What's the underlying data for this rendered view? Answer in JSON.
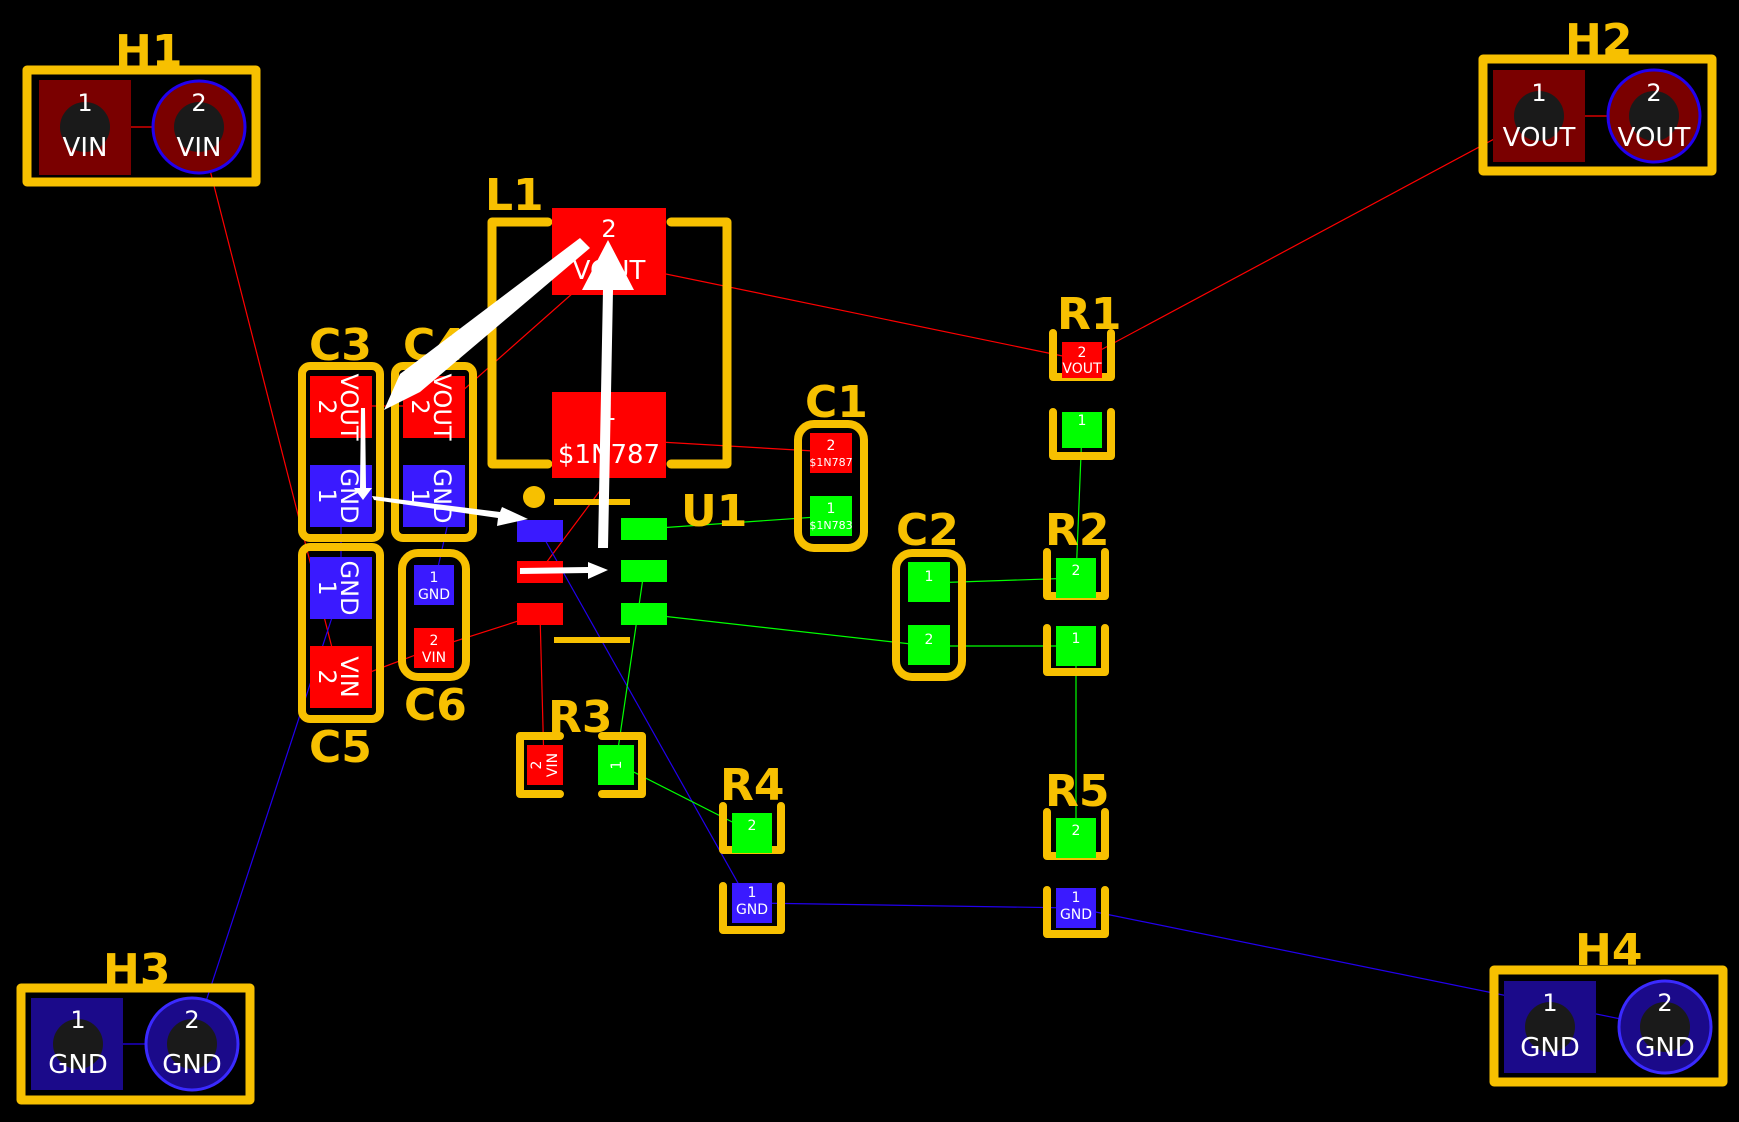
{
  "colors": {
    "background": "#000000",
    "silkscreen": "#f7c000",
    "net_vin": "#ff0000",
    "net_gnd": "#2200ee",
    "net_other": "#00ff00",
    "hole_pad": "#7a0000",
    "hole_pad_gnd": "#1b0a8a",
    "arrow": "#ffffff"
  },
  "components": {
    "H1": {
      "ref": "H1",
      "pin1": "1",
      "pin2": "2",
      "net1": "VIN",
      "net2": "VIN"
    },
    "H2": {
      "ref": "H2",
      "pin1": "1",
      "pin2": "2",
      "net1": "VOUT",
      "net2": "VOUT"
    },
    "H3": {
      "ref": "H3",
      "pin1": "1",
      "pin2": "2",
      "net1": "GND",
      "net2": "GND"
    },
    "H4": {
      "ref": "H4",
      "pin1": "1",
      "pin2": "2",
      "net1": "GND",
      "net2": "GND"
    },
    "L1": {
      "ref": "L1",
      "pin2": "2",
      "net2": "VOUT",
      "pin1": "1",
      "net1": "$1N787"
    },
    "C1": {
      "ref": "C1",
      "pin2": "2",
      "net2": "$1N787",
      "pin1": "1",
      "net1": "$1N783"
    },
    "C2": {
      "ref": "C2",
      "pin1": "1",
      "pin2": "2"
    },
    "C3": {
      "ref": "C3",
      "pin2": "2",
      "net2": "VOUT",
      "pin1": "1",
      "net1": "GND"
    },
    "C4": {
      "ref": "C4",
      "pin2": "2",
      "net2": "VOUT",
      "pin1": "1",
      "net1": "GND"
    },
    "C5": {
      "ref": "C5",
      "pin1": "1",
      "net1": "GND",
      "pin2": "2",
      "net2": "VIN"
    },
    "C6": {
      "ref": "C6",
      "pin1": "1",
      "net1": "GND",
      "pin2": "2",
      "net2": "VIN"
    },
    "R1": {
      "ref": "R1",
      "pin2": "2",
      "net2": "VOUT",
      "pin1": "1"
    },
    "R2": {
      "ref": "R2",
      "pin2": "2",
      "pin1": "1"
    },
    "R3": {
      "ref": "R3",
      "pin2": "2",
      "net2": "VIN",
      "pin1": "1"
    },
    "R4": {
      "ref": "R4",
      "pin2": "2",
      "pin1": "1",
      "net1": "GND"
    },
    "R5": {
      "ref": "R5",
      "pin2": "2",
      "pin1": "1",
      "net1": "GND"
    },
    "U1": {
      "ref": "U1"
    }
  }
}
